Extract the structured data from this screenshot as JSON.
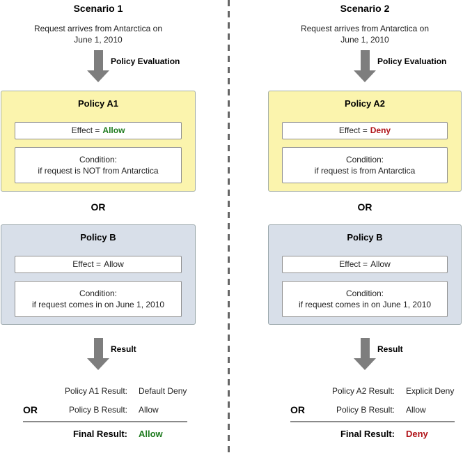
{
  "diagram": {
    "divider_color": "#666666",
    "arrow_color": "#7E7E7E",
    "colors": {
      "allow_green": "#1E7B1E",
      "deny_red": "#B01217",
      "policy_a_bg": "#FBF4AD",
      "policy_b_bg": "#D8DFE9"
    },
    "scenarios": [
      {
        "title": "Scenario 1",
        "request_line1": "Request arrives from Antarctica on",
        "request_line2": "June 1, 2010",
        "eval_arrow_label": "Policy Evaluation",
        "policy_a": {
          "title": "Policy A1",
          "bg": "#FBF4AD",
          "effect_label": "Effect =",
          "effect_value": "Allow",
          "effect_color": "#1E7B1E",
          "effect_weight": "bold",
          "condition_label": "Condition:",
          "condition_text": "if request is NOT from Antarctica"
        },
        "or_label": "OR",
        "policy_b": {
          "title": "Policy B",
          "bg": "#D8DFE9",
          "effect_label": "Effect =",
          "effect_value": "Allow",
          "effect_color": "#222222",
          "effect_weight": "normal",
          "condition_label": "Condition:",
          "condition_text": "if request comes in on June 1, 2010"
        },
        "result_arrow_label": "Result",
        "results": {
          "row1_label": "Policy A1 Result:",
          "row1_value": "Default Deny",
          "or_label": "OR",
          "row2_label": "Policy B Result:",
          "row2_value": "Allow",
          "final_label": "Final Result:",
          "final_value": "Allow",
          "final_color": "#1E7B1E"
        }
      },
      {
        "title": "Scenario 2",
        "request_line1": "Request arrives from Antarctica on",
        "request_line2": "June 1, 2010",
        "eval_arrow_label": "Policy Evaluation",
        "policy_a": {
          "title": "Policy A2",
          "bg": "#FBF4AD",
          "effect_label": "Effect =",
          "effect_value": "Deny",
          "effect_color": "#B01217",
          "effect_weight": "bold",
          "condition_label": "Condition:",
          "condition_text": "if request is from Antarctica"
        },
        "or_label": "OR",
        "policy_b": {
          "title": "Policy B",
          "bg": "#D8DFE9",
          "effect_label": "Effect =",
          "effect_value": "Allow",
          "effect_color": "#222222",
          "effect_weight": "normal",
          "condition_label": "Condition:",
          "condition_text": "if request comes in on June 1, 2010"
        },
        "result_arrow_label": "Result",
        "results": {
          "row1_label": "Policy A2 Result:",
          "row1_value": "Explicit Deny",
          "or_label": "OR",
          "row2_label": "Policy B Result:",
          "row2_value": "Allow",
          "final_label": "Final Result:",
          "final_value": "Deny",
          "final_color": "#B01217"
        }
      }
    ]
  }
}
